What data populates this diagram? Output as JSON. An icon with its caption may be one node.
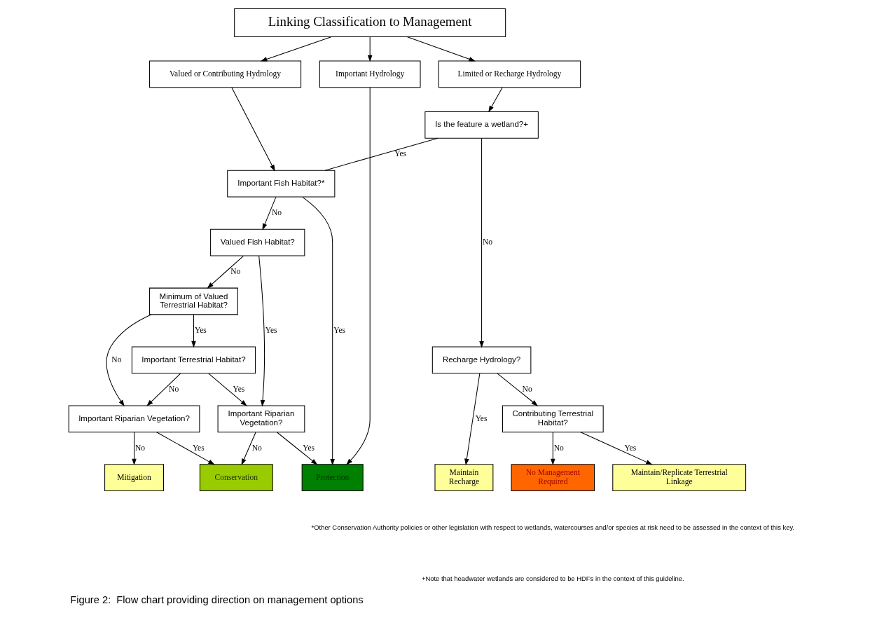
{
  "diagram": {
    "caption": "Figure 2:  Flow chart providing direction on management options",
    "nodes": [
      {
        "text": [
          "Linking Classification to Management"
        ]
      },
      {
        "text": [
          "Limited or Recharge Hydrology"
        ]
      },
      {
        "text": [
          "Valued or Contributing Hydrology"
        ]
      },
      {
        "text": [
          "Important Hydrology"
        ]
      },
      {
        "text": [
          "Is the feature a wetland?+"
        ]
      },
      {
        "text": [
          "Important Fish Habitat?*"
        ]
      },
      {
        "text": [
          "Recharge Hydrology?"
        ]
      },
      {
        "text": [
          "Valued Fish Habitat?"
        ]
      },
      {
        "text": [
          "Minimum of Valued Terrestrial Habitat?"
        ]
      },
      {
        "text": [
          "Important Terrestrial Habitat?"
        ]
      },
      {
        "text": [
          "Contributing Terrestrial Habitat?"
        ]
      },
      {
        "text": [
          "Important Riparian Vegetation?"
        ]
      },
      {
        "text": [
          "Important Riparian Vegetation?"
        ]
      },
      {
        "text": [
          "No Management Required"
        ]
      },
      {
        "text": [
          "Maintain/Replicate Terrestrial Linkage"
        ]
      },
      {
        "text": [
          "Maintain Recharge"
        ]
      },
      {
        "text": [
          "Mitigation"
        ]
      },
      {
        "text": [
          "Conservation"
        ]
      },
      {
        "text": [
          "Protection"
        ]
      }
    ],
    "edges": [
      {
        "from": 0,
        "to": 1,
        "arrow": "to"
      },
      {
        "from": 0,
        "to": 2,
        "arrow": "to"
      },
      {
        "from": 0,
        "to": 3,
        "arrow": "to"
      },
      {
        "from": 1,
        "to": 4,
        "arrow": "to"
      },
      {
        "from": 2,
        "to": 5,
        "arrow": "to"
      },
      {
        "from": 4,
        "to": 5,
        "arrow": "none",
        "label": "Yes"
      },
      {
        "from": 5,
        "to": 18,
        "arrow": "to",
        "label": "Yes"
      },
      {
        "from": 4,
        "to": 6,
        "arrow": "to",
        "label": "No"
      },
      {
        "from": 5,
        "to": 7,
        "arrow": "to",
        "label": "No"
      },
      {
        "from": 7,
        "to": 8,
        "arrow": "to",
        "label": "No"
      },
      {
        "from": 7,
        "to": 12,
        "arrow": "to",
        "label": "Yes"
      },
      {
        "from": 8,
        "to": 9,
        "arrow": "to",
        "label": "Yes"
      },
      {
        "from": 9,
        "to": 12,
        "arrow": "to",
        "label": "Yes"
      },
      {
        "from": 6,
        "to": 10,
        "arrow": "to",
        "label": "No"
      },
      {
        "from": 6,
        "to": 15,
        "arrow": "to",
        "label": "Yes"
      },
      {
        "from": 8,
        "to": 11,
        "arrow": "to",
        "label": "No"
      },
      {
        "from": 9,
        "to": 11,
        "arrow": "to",
        "label": "No"
      },
      {
        "from": 12,
        "to": 17,
        "arrow": "to",
        "label": "No"
      },
      {
        "from": 12,
        "to": 18,
        "arrow": "to",
        "label": "Yes"
      },
      {
        "from": 10,
        "to": 13,
        "arrow": "to",
        "label": "No"
      },
      {
        "from": 10,
        "to": 14,
        "arrow": "to",
        "label": "Yes"
      },
      {
        "from": 11,
        "to": 16,
        "arrow": "to",
        "label": "No"
      },
      {
        "from": 11,
        "to": 17,
        "arrow": "to",
        "label": "Yes"
      },
      {
        "from": 3,
        "to": 18,
        "arrow": "to"
      }
    ],
    "labels": [
      "*Other Conservation Authority policies or other legislation with respect to wetlands, watercourses and/or species at risk need to be assessed in the context of this key.",
      "+Note that headwater wetlands are considered to be HDFs in the context of this guideline."
    ]
  }
}
